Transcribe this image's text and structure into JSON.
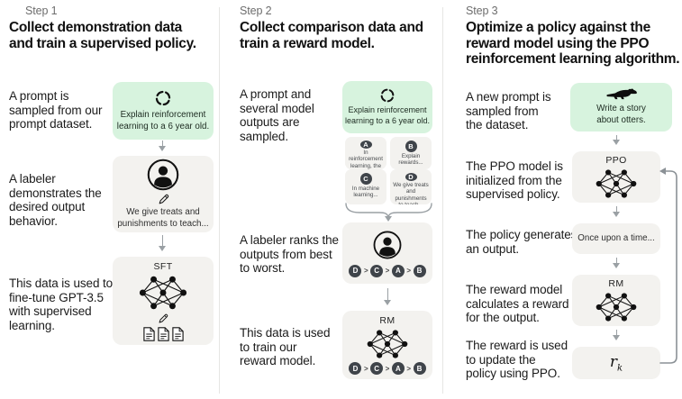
{
  "palette": {
    "green_box": "#d7f3de",
    "gray_box": "#f3f2ef",
    "badge": "#3f444a",
    "arrow": "#9aa0a4",
    "divider": "#e6e6e3",
    "step_text": "#6d6d6d",
    "text": "#141414"
  },
  "columns": [
    {
      "step_label": "Step 1",
      "heading_lines": [
        "Collect demonstration data",
        "and train a supervised policy."
      ],
      "caption_prompt_lines": [
        "A prompt is",
        "sampled from our",
        "prompt dataset."
      ],
      "caption_labeler_lines": [
        "A labeler",
        "demonstrates the",
        "desired output",
        "behavior."
      ],
      "caption_finetune_lines": [
        "This data is used to",
        "fine-tune GPT-3.5",
        "with supervised",
        "learning."
      ],
      "prompt_box_lines": [
        "Explain reinforcement",
        "learning to a 6 year old."
      ],
      "labeler_box_lines": [
        "We give treats and",
        "punishments to teach..."
      ],
      "model_box_label": "SFT",
      "icons": [
        "sample-icon",
        "labeler-icon",
        "pencil-icon",
        "neural-net-icon",
        "documents-icon"
      ]
    },
    {
      "step_label": "Step 2",
      "heading_lines": [
        "Collect comparison data and",
        "train a reward model."
      ],
      "caption_prompt_lines": [
        "A prompt and",
        "several model",
        "outputs are",
        "sampled."
      ],
      "caption_rank_lines": [
        "A labeler ranks the",
        "outputs from best",
        "to worst."
      ],
      "caption_train_lines": [
        "This data is used",
        "to train our",
        "reward model."
      ],
      "prompt_box_lines": [
        "Explain reinforcement",
        "learning to a 6 year old."
      ],
      "outputs": [
        {
          "id": "A",
          "text": "In reinforcement learning, the agent is..."
        },
        {
          "id": "B",
          "text": "Explain rewards..."
        },
        {
          "id": "C",
          "text": "In machine learning..."
        },
        {
          "id": "D",
          "text": "We give treats and punishments to teach..."
        }
      ],
      "ranking": [
        "D",
        "C",
        "A",
        "B"
      ],
      "rank_separator": ">",
      "model_box_label": "RM",
      "icons": [
        "sample-icon",
        "labeler-icon",
        "neural-net-icon",
        "brace-arrow"
      ]
    },
    {
      "step_label": "Step 3",
      "heading_lines": [
        "Optimize a policy against the",
        "reward model using the PPO",
        "reinforcement learning algorithm."
      ],
      "caption_prompt_lines": [
        "A new prompt is",
        "sampled from",
        "the dataset."
      ],
      "caption_init_lines": [
        "The PPO model is",
        "initialized from the",
        "supervised policy."
      ],
      "caption_output_lines": [
        "The policy generates",
        "an output."
      ],
      "caption_reward_lines": [
        "The reward model",
        "calculates a reward",
        "for the output."
      ],
      "caption_update_lines": [
        "The reward is used",
        "to update the",
        "policy using PPO."
      ],
      "prompt_box_lines": [
        "Write a story",
        "about otters."
      ],
      "ppo_box_label": "PPO",
      "output_box_text": "Once upon a time...",
      "rm_box_label": "RM",
      "reward_box": {
        "symbol": "r",
        "subscript": "k"
      },
      "icons": [
        "otter-icon",
        "neural-net-icon",
        "feedback-loop-arrow"
      ]
    }
  ]
}
